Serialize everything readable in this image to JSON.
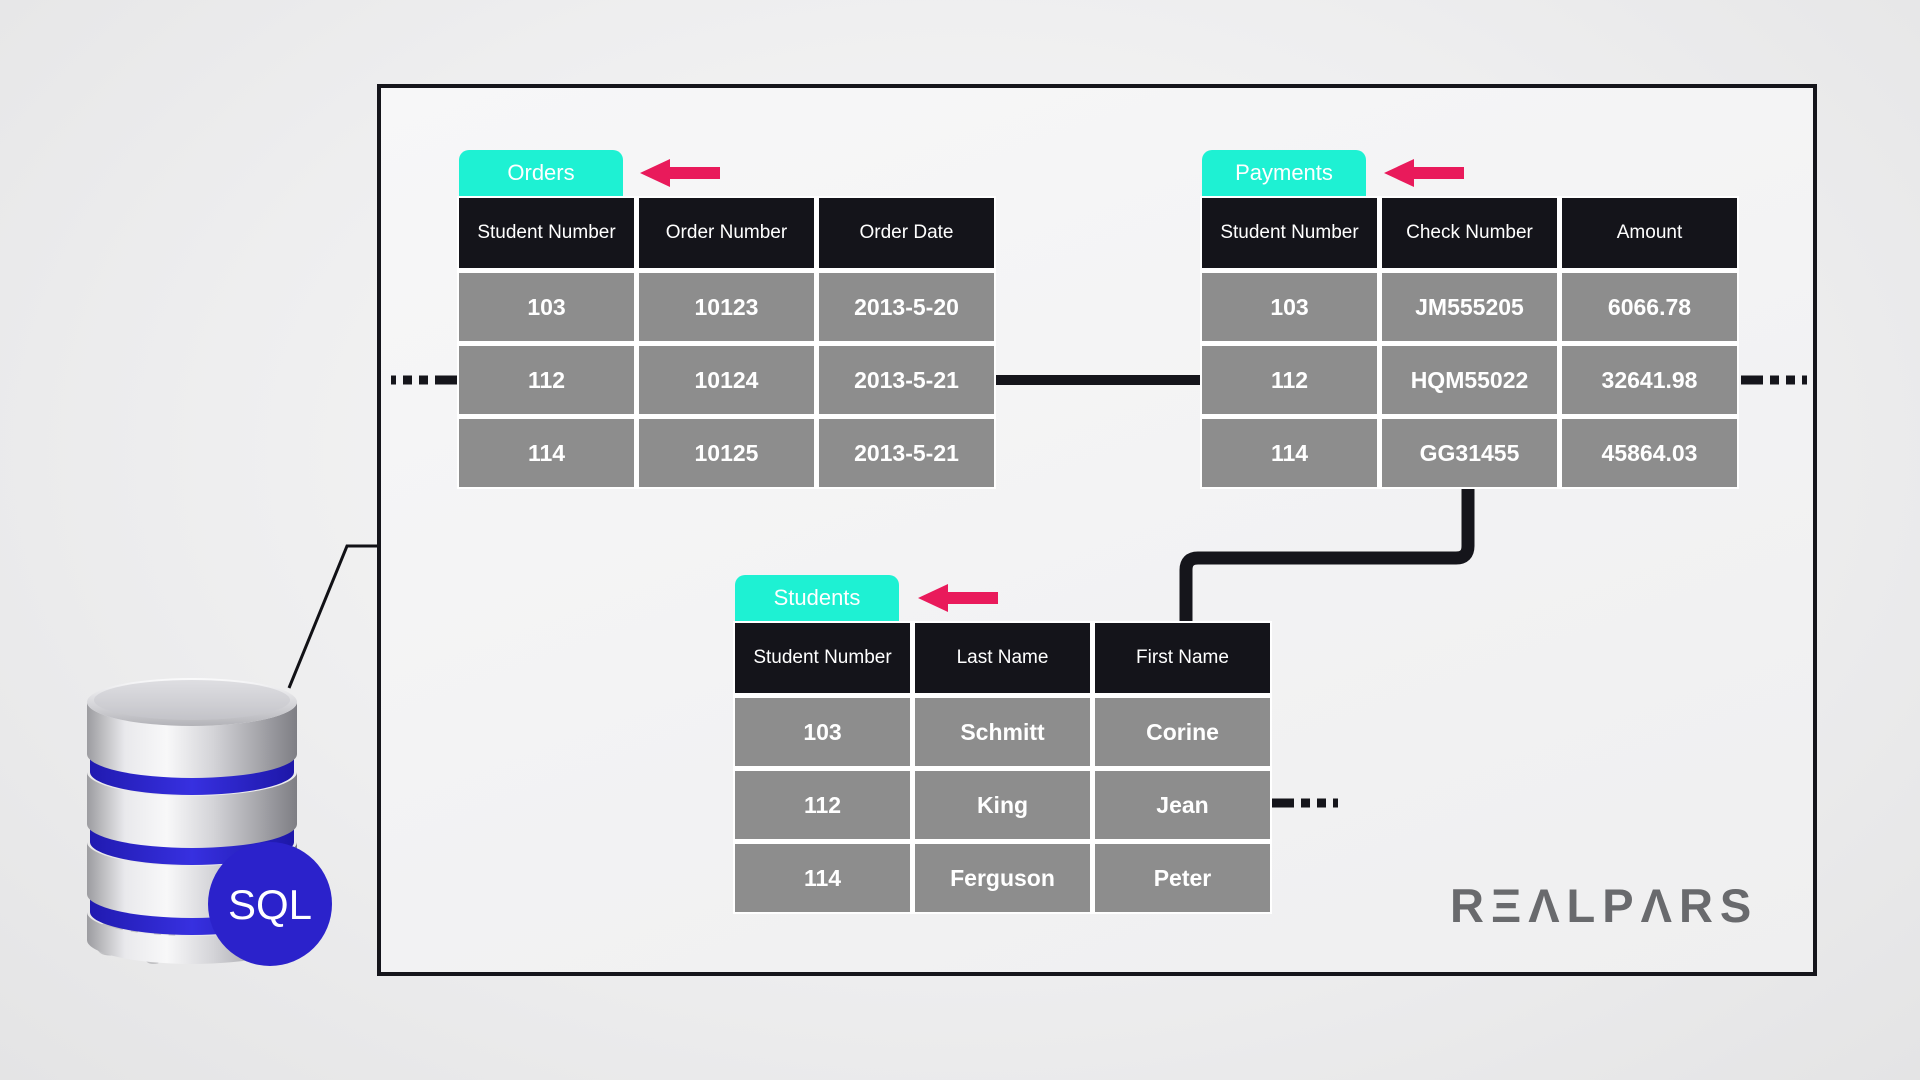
{
  "colors": {
    "tab": "#1ef1d3",
    "arrow": "#e91a5b",
    "header-bg": "#14141a",
    "cell-bg": "#8d8d8d",
    "line": "#15151b",
    "sql-circle": "#2b22cb",
    "logo-gray": "#696a6d",
    "cell-text": "#ffffff"
  },
  "tables": {
    "orders": {
      "tab": "Orders",
      "columns": [
        "Student Number",
        "Order Number",
        "Order Date"
      ],
      "rows": [
        [
          "103",
          "10123",
          "2013-5-20"
        ],
        [
          "112",
          "10124",
          "2013-5-21"
        ],
        [
          "114",
          "10125",
          "2013-5-21"
        ]
      ]
    },
    "payments": {
      "tab": "Payments",
      "columns": [
        "Student Number",
        "Check Number",
        "Amount"
      ],
      "rows": [
        [
          "103",
          "JM555205",
          "6066.78"
        ],
        [
          "112",
          "HQM55022",
          "32641.98"
        ],
        [
          "114",
          "GG31455",
          "45864.03"
        ]
      ]
    },
    "students": {
      "tab": "Students",
      "columns": [
        "Student Number",
        "Last Name",
        "First Name"
      ],
      "rows": [
        [
          "103",
          "Schmitt",
          "Corine"
        ],
        [
          "112",
          "King",
          "Jean"
        ],
        [
          "114",
          "Ferguson",
          "Peter"
        ]
      ]
    }
  },
  "database": {
    "label": "SQL",
    "watermark": "SQL"
  },
  "branding": {
    "logo_text": "REALPARS",
    "logo_display": "RΞΛLPΛRS"
  }
}
